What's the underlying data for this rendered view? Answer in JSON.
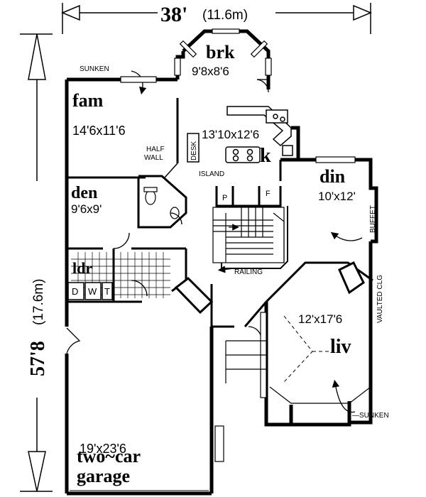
{
  "dimensions": {
    "width_feet": "38'",
    "width_metric": "(11.6m)",
    "depth_feet": "57'8",
    "depth_metric": "(17.6m)"
  },
  "rooms": {
    "brk": {
      "name": "brk",
      "size": "9'8x8'6"
    },
    "fam": {
      "name": "fam",
      "size": "14'6x11'6"
    },
    "k": {
      "name": "k",
      "size": "13'10x12'6"
    },
    "din": {
      "name": "din",
      "size": "10'x12'"
    },
    "den": {
      "name": "den",
      "size": "9'6x9'"
    },
    "ldr": {
      "name": "ldr"
    },
    "liv": {
      "name": "liv",
      "size": "12'x17'6"
    },
    "garage": {
      "name_line1": "two~car",
      "name_line2": "garage",
      "size": "19'x23'6"
    }
  },
  "notes": {
    "sunken_top": "SUNKEN",
    "sunken_bottom": "—SUNKEN",
    "half_wall_1": "HALF",
    "half_wall_2": "WALL",
    "desk": "DESK",
    "island": "ISLAND",
    "railing": "RAILING",
    "buffet": "BUFFET",
    "vaulted": "VAULTED CLG",
    "pantry_p": "P",
    "fridge_f": "F",
    "laundry_d": "D",
    "laundry_w": "W",
    "laundry_t": "T"
  }
}
